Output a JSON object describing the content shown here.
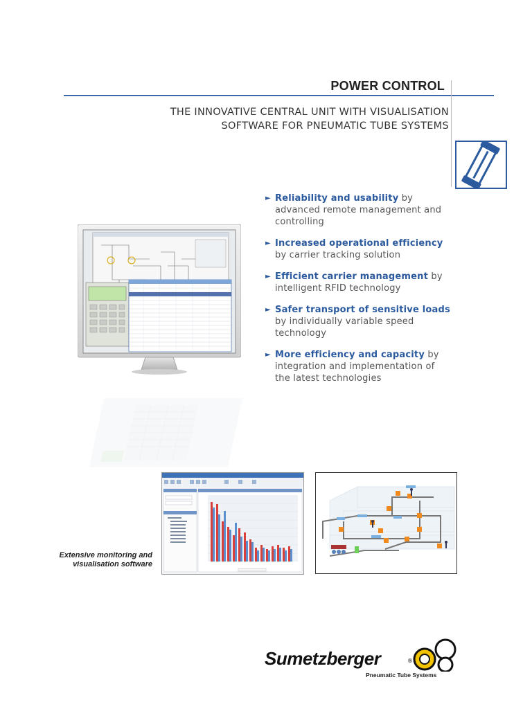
{
  "header": {
    "title": "POWER CONTROL",
    "subtitle_line1": "THE INNOVATIVE CENTRAL UNIT WITH VISUALISATION",
    "subtitle_line2": "SOFTWARE FOR PNEUMATIC TUBE SYSTEMS"
  },
  "features": [
    {
      "highlight": "Reliability and usability",
      "rest": " by advanced remote management and controlling"
    },
    {
      "highlight": "Increased operational efficiency",
      "rest": " by carrier tracking solution"
    },
    {
      "highlight": "Efficient carrier management",
      "rest": " by intelligent RFID technology"
    },
    {
      "highlight": "Safer transport of sensitive loads",
      "rest": " by individually variable speed technology"
    },
    {
      "highlight": "More efficiency and capacity",
      "rest": " by integration and implementation of the latest technologies"
    }
  ],
  "caption": {
    "line1": "Extensive monitoring and",
    "line2": "visualisation software"
  },
  "brand": {
    "name": "Sumetzberger",
    "registered": "®",
    "tagline": "Pneumatic Tube Systems"
  },
  "colors": {
    "accent": "#2b5a9e",
    "rule": "#3a68a8",
    "bar_red": "#d9403a",
    "bar_blue": "#5a8fd0",
    "marker_orange": "#f08a1c"
  },
  "icons": {
    "arrow": "►"
  }
}
